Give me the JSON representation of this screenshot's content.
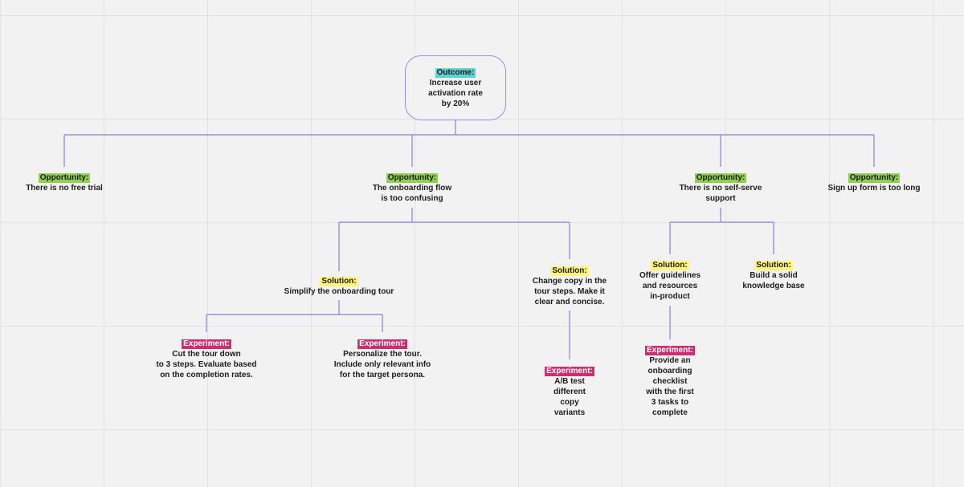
{
  "labels": {
    "outcome": "Outcome:",
    "opportunity": "Opportunity:",
    "solution": "Solution:",
    "experiment": "Experiment:"
  },
  "colors": {
    "outcome": "#5fd1d3",
    "opportunity": "#8fd14f",
    "solution": "#fff37a",
    "experiment": "#cc2f6e",
    "connector": "#8b7ce0"
  },
  "outcome": {
    "text": "Increase user\nactivation rate\nby 20%"
  },
  "opportunities": [
    {
      "text": "There is no free trial"
    },
    {
      "text": "The onboarding flow\nis too confusing"
    },
    {
      "text": "There is no self-serve\nsupport"
    },
    {
      "text": "Sign up form is too long"
    }
  ],
  "solutions": [
    {
      "text": "Simplify the onboarding tour"
    },
    {
      "text": "Change copy in the\ntour steps. Make it\nclear and concise."
    },
    {
      "text": "Offer guidelines\nand resources\nin-product"
    },
    {
      "text": "Build a solid\nknowledge base"
    }
  ],
  "experiments": [
    {
      "text": "Cut the tour down\nto 3 steps. Evaluate based\non the completion rates."
    },
    {
      "text": "Personalize the tour.\nInclude only relevant info\nfor the target persona."
    },
    {
      "text": "A/B test\ndifferent\ncopy\nvariants"
    },
    {
      "text": "Provide an\nonboarding\nchecklist\nwith the first\n3 tasks to\ncomplete"
    }
  ]
}
